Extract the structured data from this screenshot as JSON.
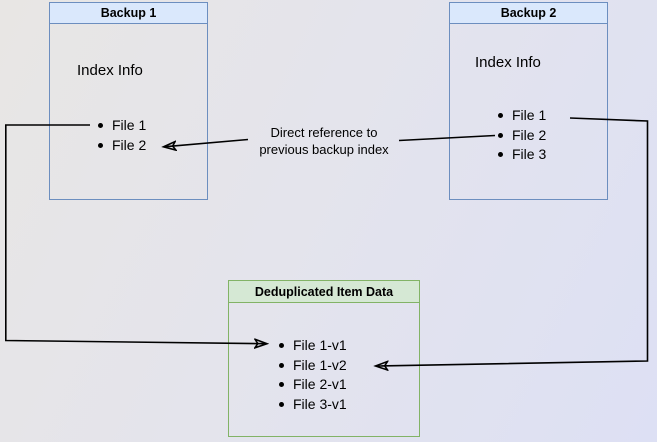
{
  "diagram": {
    "backup1": {
      "title": "Backup 1",
      "section_label": "Index Info",
      "items": [
        "File 1",
        "File 2"
      ]
    },
    "backup2": {
      "title": "Backup 2",
      "section_label": "Index Info",
      "items": [
        "File 1",
        "File 2",
        "File 3"
      ]
    },
    "dedup": {
      "title": "Deduplicated Item Data",
      "items": [
        "File 1-v1",
        "File 1-v2",
        "File 2-v1",
        "File 3-v1"
      ]
    },
    "annotation": {
      "line1": "Direct reference to",
      "line2": "previous backup index"
    },
    "colors": {
      "backup_header_fill": "#dae8fc",
      "backup_border": "#6c8ebf",
      "dedup_header_fill": "#d5e8d4",
      "dedup_border": "#82b366",
      "edge_line": "#000000"
    }
  }
}
